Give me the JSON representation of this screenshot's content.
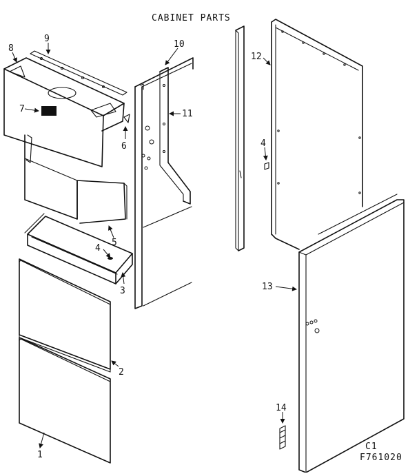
{
  "title": "CABINET PARTS",
  "figure_code": "C1",
  "figure_number": "F761020",
  "callouts": [
    "1",
    "2",
    "3",
    "4",
    "5",
    "6",
    "7",
    "8",
    "9",
    "10",
    "11",
    "12",
    "4",
    "13",
    "14"
  ]
}
